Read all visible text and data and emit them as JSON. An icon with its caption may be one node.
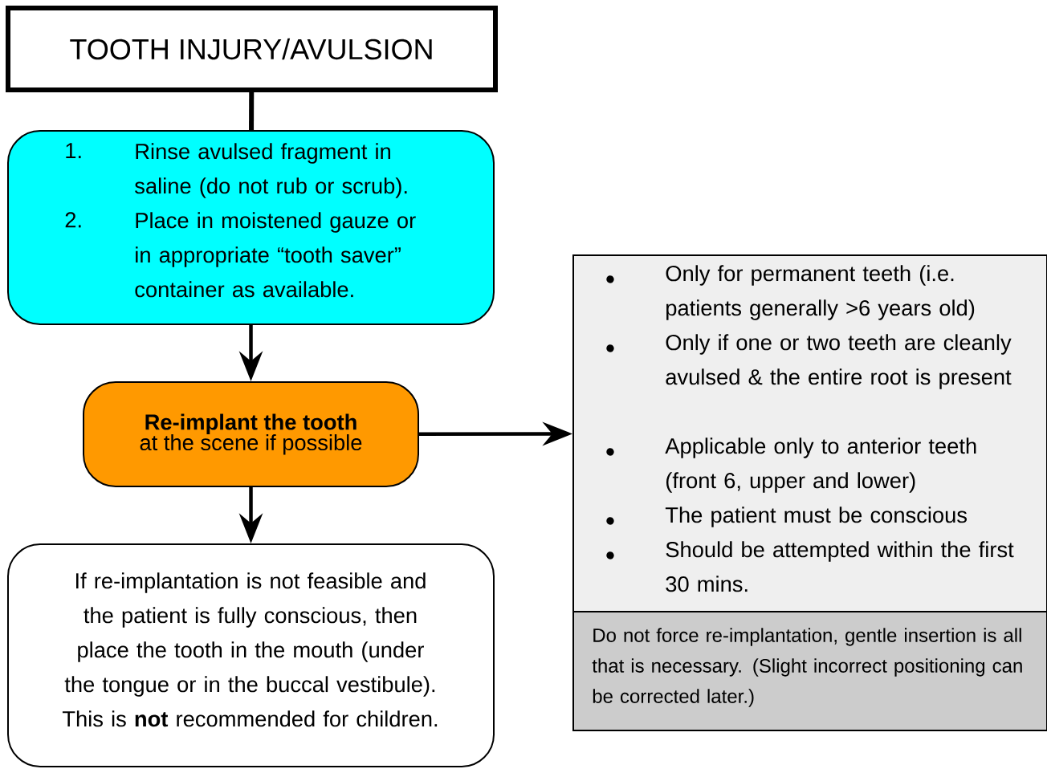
{
  "diagram": {
    "nodes": [
      {
        "text": [
          "TOOTH INJURY/AVULSION"
        ]
      },
      {
        "text": [
          "1.",
          "Rinse avulsed fragment in saline (do not rub or scrub).",
          "2.",
          "Place in moistened gauze or in appropriate “tooth saver” container as available."
        ]
      },
      {
        "text": [
          "Re-implant the tooth",
          "at the scene if possible"
        ]
      },
      {
        "text": [
          "If re-implantation is not feasible and the patient is fully conscious, then place the tooth in the mouth (under the tongue or in the buccal vestibule).  This is **not** recommended for children."
        ]
      },
      {
        "text": [
          "Only for permanent teeth (i.e. patients generally >6 years old)",
          "Only if one or two teeth are cleanly avulsed & the entire root is present",
          "Applicable only to anterior teeth (front 6, upper and lower)",
          "The patient must be conscious",
          "Should be attempted within the first 30 mins."
        ]
      },
      {
        "text": [
          "Do not force re-implantation, gentle insertion is all that is necessary.  (Slight incorrect positioning can be corrected later.)"
        ]
      }
    ],
    "edges": [
      {
        "from": 0,
        "to": 1,
        "arrow": "none"
      },
      {
        "from": 1,
        "to": 2,
        "arrow": "to"
      },
      {
        "from": 2,
        "to": 3,
        "arrow": "to"
      },
      {
        "from": 2,
        "to": 4,
        "arrow": "to"
      }
    ]
  }
}
